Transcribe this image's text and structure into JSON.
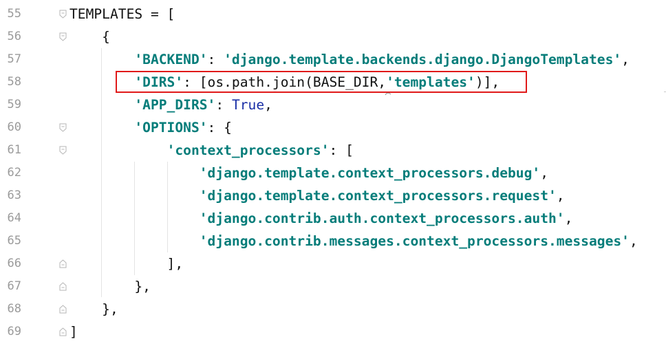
{
  "editor": {
    "language": "python",
    "colors": {
      "string": "#067d7a",
      "keyword": "#1a2fa6",
      "text": "#111111",
      "line_number": "#9a9a9a",
      "highlight_box": "#e01919"
    },
    "lines": [
      {
        "number": "55",
        "tokens": [
          {
            "t": "TEMPLATES = [",
            "c": "plain"
          }
        ]
      },
      {
        "number": "56",
        "tokens": [
          {
            "t": "    {",
            "c": "plain"
          }
        ]
      },
      {
        "number": "57",
        "tokens": [
          {
            "t": "        ",
            "c": "plain"
          },
          {
            "t": "'BACKEND'",
            "c": "str"
          },
          {
            "t": ": ",
            "c": "plain"
          },
          {
            "t": "'django.template.backends.django.DjangoTemplates'",
            "c": "str"
          },
          {
            "t": ",",
            "c": "plain"
          }
        ]
      },
      {
        "number": "58",
        "tokens": [
          {
            "t": "        ",
            "c": "plain"
          },
          {
            "t": "'DIRS'",
            "c": "str"
          },
          {
            "t": ": [os.path.join(BASE_DIR,",
            "c": "plain"
          },
          {
            "t": "'templates'",
            "c": "str"
          },
          {
            "t": ")],",
            "c": "plain"
          }
        ]
      },
      {
        "number": "59",
        "tokens": [
          {
            "t": "        ",
            "c": "plain"
          },
          {
            "t": "'APP_DIRS'",
            "c": "str"
          },
          {
            "t": ": ",
            "c": "plain"
          },
          {
            "t": "True",
            "c": "kw"
          },
          {
            "t": ",",
            "c": "plain"
          }
        ]
      },
      {
        "number": "60",
        "tokens": [
          {
            "t": "        ",
            "c": "plain"
          },
          {
            "t": "'OPTIONS'",
            "c": "str"
          },
          {
            "t": ": {",
            "c": "plain"
          }
        ]
      },
      {
        "number": "61",
        "tokens": [
          {
            "t": "            ",
            "c": "plain"
          },
          {
            "t": "'context_processors'",
            "c": "str"
          },
          {
            "t": ": [",
            "c": "plain"
          }
        ]
      },
      {
        "number": "62",
        "tokens": [
          {
            "t": "                ",
            "c": "plain"
          },
          {
            "t": "'django.template.context_processors.debug'",
            "c": "str"
          },
          {
            "t": ",",
            "c": "plain"
          }
        ]
      },
      {
        "number": "63",
        "tokens": [
          {
            "t": "                ",
            "c": "plain"
          },
          {
            "t": "'django.template.context_processors.request'",
            "c": "str"
          },
          {
            "t": ",",
            "c": "plain"
          }
        ]
      },
      {
        "number": "64",
        "tokens": [
          {
            "t": "                ",
            "c": "plain"
          },
          {
            "t": "'django.contrib.auth.context_processors.auth'",
            "c": "str"
          },
          {
            "t": ",",
            "c": "plain"
          }
        ]
      },
      {
        "number": "65",
        "tokens": [
          {
            "t": "                ",
            "c": "plain"
          },
          {
            "t": "'django.contrib.messages.context_processors.messages'",
            "c": "str"
          },
          {
            "t": ",",
            "c": "plain"
          }
        ]
      },
      {
        "number": "66",
        "tokens": [
          {
            "t": "            ],",
            "c": "plain"
          }
        ]
      },
      {
        "number": "67",
        "tokens": [
          {
            "t": "        },",
            "c": "plain"
          }
        ]
      },
      {
        "number": "68",
        "tokens": [
          {
            "t": "    },",
            "c": "plain"
          }
        ]
      },
      {
        "number": "69",
        "tokens": [
          {
            "t": "]",
            "c": "plain"
          }
        ]
      }
    ],
    "fold_markers": [
      {
        "line": "55",
        "kind": "open"
      },
      {
        "line": "56",
        "kind": "open"
      },
      {
        "line": "60",
        "kind": "open"
      },
      {
        "line": "61",
        "kind": "open"
      },
      {
        "line": "66",
        "kind": "close"
      },
      {
        "line": "67",
        "kind": "close"
      },
      {
        "line": "68",
        "kind": "close"
      },
      {
        "line": "69",
        "kind": "close"
      }
    ],
    "highlighted_line": "58"
  }
}
